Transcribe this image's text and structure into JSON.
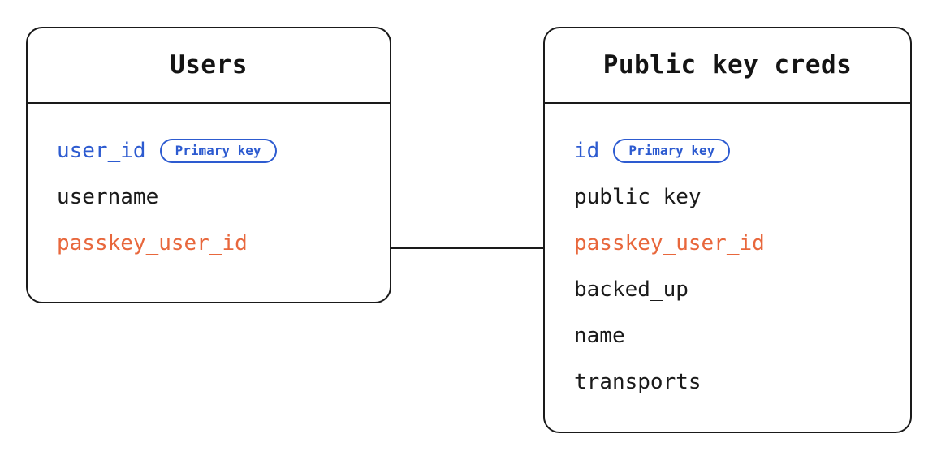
{
  "diagram": {
    "type": "entity-relationship-diagram",
    "background_color": "#ffffff",
    "colors": {
      "border": "#1a1a1a",
      "text": "#1a1a1a",
      "primary_key_accent": "#2d5bd0",
      "foreign_key_accent": "#e8673c",
      "connector": "#1a1a1a"
    }
  },
  "entities": [
    {
      "id": "users",
      "title": "Users",
      "fields": [
        {
          "name": "user_id",
          "accent": "blue",
          "badge": "Primary key"
        },
        {
          "name": "username",
          "accent": "none",
          "badge": null
        },
        {
          "name": "passkey_user_id",
          "accent": "orange",
          "badge": null
        }
      ]
    },
    {
      "id": "public_key_creds",
      "title": "Public key creds",
      "fields": [
        {
          "name": "id",
          "accent": "blue",
          "badge": "Primary key"
        },
        {
          "name": "public_key",
          "accent": "none",
          "badge": null
        },
        {
          "name": "passkey_user_id",
          "accent": "orange",
          "badge": null
        },
        {
          "name": "backed_up",
          "accent": "none",
          "badge": null
        },
        {
          "name": "name",
          "accent": "none",
          "badge": null
        },
        {
          "name": "transports",
          "accent": "none",
          "badge": null
        }
      ]
    }
  ],
  "relationships": [
    {
      "id": "users-to-public-key-creds",
      "from_entity": "users",
      "from_field": "passkey_user_id",
      "to_entity": "public_key_creds",
      "to_field": "passkey_user_id",
      "style": "solid-line"
    }
  ]
}
